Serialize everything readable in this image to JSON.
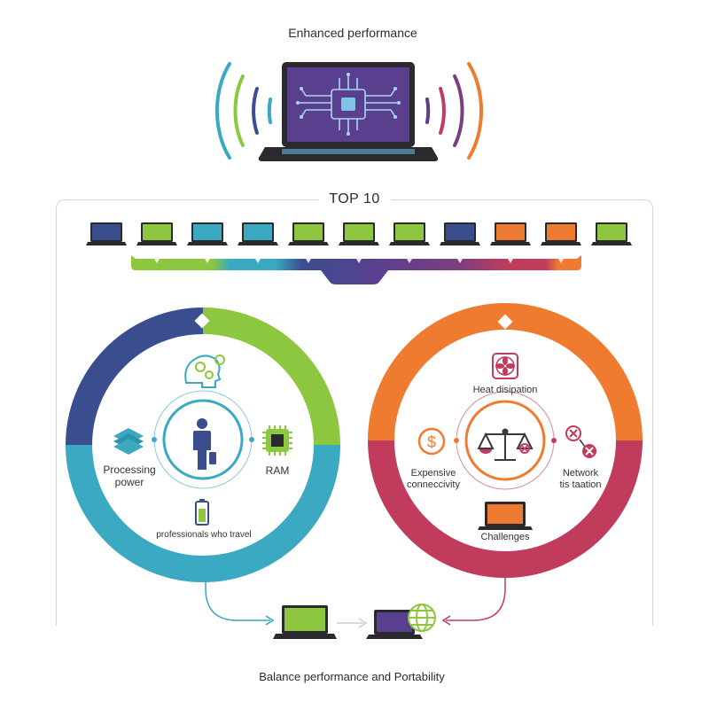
{
  "header": {
    "title": "Enhanced performance"
  },
  "section": {
    "label": "TOP 10"
  },
  "top_laptops": {
    "colors": [
      "#3a4d8f",
      "#8dc63f",
      "#3aa9c1",
      "#3aa9c1",
      "#8dc63f",
      "#8dc63f",
      "#8dc63f",
      "#3a4d8f",
      "#ef7b30",
      "#ef7b30",
      "#8dc63f"
    ]
  },
  "left_circle": {
    "processing_label": "Processing\npower",
    "ram_label": "RAM",
    "travel_label": "professionals who travel",
    "icons": [
      "brain-gears-icon",
      "stacked-layers-icon",
      "person-icon",
      "chip-icon",
      "battery-icon"
    ]
  },
  "right_circle": {
    "heat_label": "Heat disipation",
    "expensive_label": "Expensive\nconneccivity",
    "network_label": "Network\ntis taation",
    "challenges_label": "Challenges",
    "icons": [
      "fan-icon",
      "dollar-icon",
      "balance-scale-icon",
      "network-error-icon",
      "laptop-icon"
    ]
  },
  "footer": {
    "caption": "Balance performance and Portability"
  },
  "colors": {
    "navy": "#3a4d8f",
    "green": "#8dc63f",
    "teal": "#3aa9c1",
    "purple": "#5b3f8f",
    "orange": "#ef7b30",
    "crimson": "#c13b5c"
  }
}
